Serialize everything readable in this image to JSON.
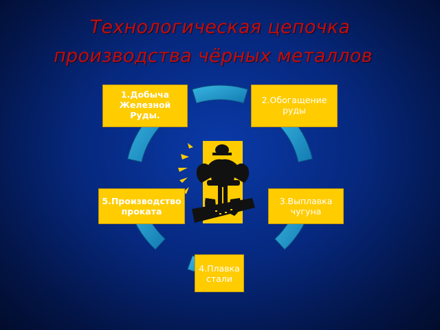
{
  "title": {
    "line1": "Технологическая цепочка",
    "line2": "производства чёрных металлов"
  },
  "steps": [
    {
      "lines": [
        "1.Добыча",
        "Железной",
        "Руды."
      ]
    },
    {
      "lines": [
        "2.Обогащение",
        "руды"
      ]
    },
    {
      "lines": [
        "3.Выплавка",
        "чугуна"
      ]
    },
    {
      "lines": [
        "4.Плавка",
        "стали"
      ]
    },
    {
      "lines": [
        "5.Производство",
        "проката"
      ]
    }
  ],
  "colors": {
    "title": "#c40c0c",
    "box_fill": "#ffcc00",
    "connector_fill": "#1e9ccc",
    "background": "#06287e"
  },
  "center_image": "worker-with-jackhammer-clipart"
}
